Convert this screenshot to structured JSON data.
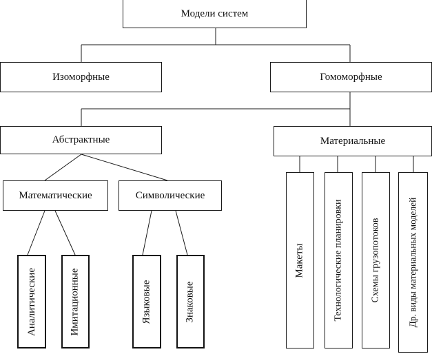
{
  "diagram": {
    "root": "Модели систем",
    "isomorphic": "Изоморфные",
    "homomorphic": "Гомоморфные",
    "abstract": "Абстрактные",
    "material": "Материальные",
    "mathematical": "Математические",
    "symbolic": "Символические",
    "analytical": "Аналитические",
    "imitation": "Имитационные",
    "linguistic": "Языковые",
    "sign": "Знаковые",
    "mockups": "Макеты",
    "technological_layouts": "Технологические планировки",
    "cargo_flow_schemes": "Схемы грузопотоков",
    "other_material_models": "Др. виды материальных моделей"
  }
}
